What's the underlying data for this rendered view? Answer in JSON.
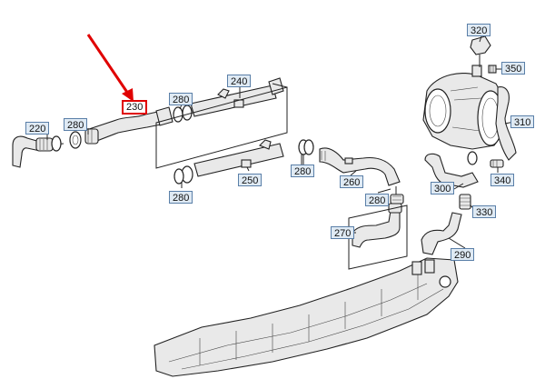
{
  "callouts": [
    "220",
    "280",
    "230",
    "280",
    "240",
    "280",
    "250",
    "280",
    "260",
    "280",
    "270",
    "300",
    "290",
    "320",
    "350",
    "310",
    "340",
    "330"
  ],
  "arrow_color": "#e00000",
  "highlight_color": "#e00000"
}
